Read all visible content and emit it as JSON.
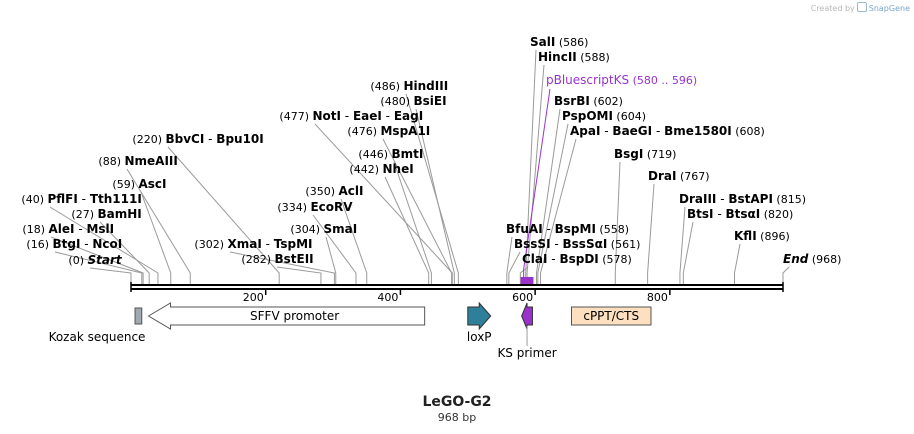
{
  "watermark": {
    "created_by": "Created by",
    "brand": "SnapGene"
  },
  "title": "LeGO-G2",
  "subtitle": "968 bp",
  "sequence_length": 968,
  "colors": {
    "enzyme": "#000000",
    "primer": "#9933cc",
    "sffv": "#ffffff",
    "kozak": "#a0a8b0",
    "loxp": "#2e7f99",
    "ks_primer": "#9933cc",
    "cppt": "#fce0c0"
  },
  "ticks": [
    200,
    400,
    600,
    800
  ],
  "sites": [
    {
      "name": "Start",
      "pos": "(0)",
      "loc": 0,
      "italic": true,
      "pos_after": false
    },
    {
      "name": "BtgI",
      "pos": "(16)",
      "loc": 16,
      "pos_after": false
    },
    {
      "name": "NcoI",
      "loc": 16,
      "partner": true
    },
    {
      "name": "AleI",
      "pos": "(18)",
      "loc": 18,
      "pos_after": false
    },
    {
      "name": "MslI",
      "loc": 18,
      "partner": true
    },
    {
      "name": "BamHI",
      "pos": "(27)",
      "loc": 27,
      "pos_after": false
    },
    {
      "name": "PflFI",
      "pos": "(40)",
      "loc": 40,
      "pos_after": false
    },
    {
      "name": "Tth111I",
      "loc": 40,
      "partner": true
    },
    {
      "name": "AscI",
      "pos": "(59)",
      "loc": 59,
      "pos_after": false
    },
    {
      "name": "NmeAIII",
      "pos": "(88)",
      "loc": 88,
      "pos_after": false
    },
    {
      "name": "BbvCI",
      "pos": "(220)",
      "loc": 220,
      "pos_after": false
    },
    {
      "name": "Bpu10I",
      "loc": 220,
      "partner": true
    },
    {
      "name": "BstEII",
      "pos": "(282)",
      "loc": 282,
      "pos_after": false
    },
    {
      "name": "XmaI",
      "pos": "(302)",
      "loc": 302,
      "pos_after": false
    },
    {
      "name": "TspMI",
      "loc": 302,
      "partner": true
    },
    {
      "name": "SmaI",
      "pos": "(304)",
      "loc": 304,
      "pos_after": false
    },
    {
      "name": "EcoRV",
      "pos": "(334)",
      "loc": 334,
      "pos_after": false
    },
    {
      "name": "AclI",
      "pos": "(350)",
      "loc": 350,
      "pos_after": false
    },
    {
      "name": "NheI",
      "pos": "(442)",
      "loc": 442,
      "pos_after": false
    },
    {
      "name": "BmtI",
      "pos": "(446)",
      "loc": 446,
      "pos_after": false
    },
    {
      "name": "MspA1I",
      "pos": "(476)",
      "loc": 476,
      "pos_after": false
    },
    {
      "name": "NotI",
      "pos": "(477)",
      "loc": 477,
      "pos_after": false
    },
    {
      "name": "EaeI",
      "loc": 477,
      "partner": true
    },
    {
      "name": "EagI",
      "loc": 477,
      "partner": true
    },
    {
      "name": "BsiEI",
      "pos": "(480)",
      "loc": 480,
      "pos_after": false
    },
    {
      "name": "HindIII",
      "pos": "(486)",
      "loc": 486,
      "pos_after": false
    },
    {
      "name": "SalI",
      "pos": "(586)",
      "loc": 586,
      "pos_after": true
    },
    {
      "name": "HincII",
      "pos": "(588)",
      "loc": 588,
      "pos_after": true
    },
    {
      "name": "BsrBI",
      "pos": "(602)",
      "loc": 602,
      "pos_after": true
    },
    {
      "name": "PspOMI",
      "pos": "(604)",
      "loc": 604,
      "pos_after": true
    },
    {
      "name": "ApaI",
      "loc": 608
    },
    {
      "name": "BaeGI",
      "loc": 608,
      "partner": true
    },
    {
      "name": "Bme1580I",
      "pos": "(608)",
      "loc": 608,
      "partner": true,
      "pos_after": true
    },
    {
      "name": "BfuAI",
      "loc": 558
    },
    {
      "name": "BspMI",
      "pos": "(558)",
      "loc": 558,
      "partner": true,
      "pos_after": true
    },
    {
      "name": "BssSI",
      "loc": 561
    },
    {
      "name": "BssSαI",
      "pos": "(561)",
      "loc": 561,
      "partner": true,
      "pos_after": true
    },
    {
      "name": "ClaI",
      "loc": 578
    },
    {
      "name": "BspDI",
      "pos": "(578)",
      "loc": 578,
      "partner": true,
      "pos_after": true
    },
    {
      "name": "BsgI",
      "pos": "(719)",
      "loc": 719,
      "pos_after": true
    },
    {
      "name": "DraI",
      "pos": "(767)",
      "loc": 767,
      "pos_after": true
    },
    {
      "name": "DraIII",
      "loc": 815
    },
    {
      "name": "BstAPI",
      "pos": "(815)",
      "loc": 815,
      "partner": true,
      "pos_after": true
    },
    {
      "name": "BtsI",
      "loc": 820
    },
    {
      "name": "BtsαI",
      "pos": "(820)",
      "loc": 820,
      "partner": true,
      "pos_after": true
    },
    {
      "name": "KflI",
      "pos": "(896)",
      "loc": 896,
      "pos_after": true
    },
    {
      "name": "End",
      "pos": "(968)",
      "loc": 968,
      "italic": true,
      "pos_after": true
    }
  ],
  "primer_binding": {
    "name": "pBluescriptKS",
    "pos": "(580 .. 596)",
    "start": 580,
    "end": 596
  },
  "features": [
    {
      "name": "Kozak sequence",
      "start": 6,
      "end": 16,
      "kind": "box",
      "direction": "none"
    },
    {
      "name": "SFFV promoter",
      "start": 26,
      "end": 436,
      "kind": "arrow",
      "direction": "reverse",
      "label_inside": true
    },
    {
      "name": "loxP",
      "start": 500,
      "end": 534,
      "kind": "arrow",
      "direction": "forward"
    },
    {
      "name": "KS primer",
      "start": 580,
      "end": 596,
      "kind": "arrow",
      "direction": "reverse"
    },
    {
      "name": "cPPT/CTS",
      "start": 654,
      "end": 772,
      "kind": "box",
      "direction": "none",
      "label_inside": true
    }
  ]
}
